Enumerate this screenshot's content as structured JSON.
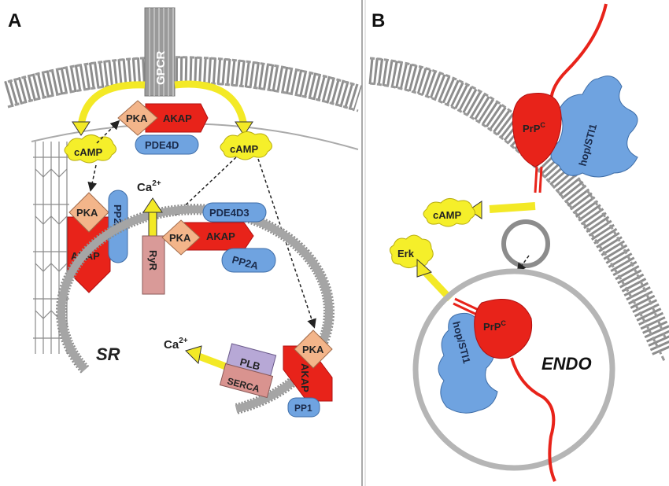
{
  "panel_a": {
    "label": "A",
    "gpcr": "GPCR",
    "pka_top": "PKA",
    "akap_top": "AKAP",
    "pde4d": "PDE4D",
    "camp_left": "cAMP",
    "camp_right": "cAMP",
    "pka_left": "PKA",
    "akap_left": "AKAP",
    "pp2a_left": "PP2A",
    "ca_top": "Ca",
    "ca_top_sup": "2+",
    "pde4d3": "PDE4D3",
    "pka_mid": "PKA",
    "akap_mid": "AKAP",
    "pp2a_mid": "PP2A",
    "ryr": "RyR",
    "sr": "SR",
    "ca_bottom": "Ca",
    "ca_bottom_sup": "2+",
    "plb": "PLB",
    "serca": "SERCA",
    "pka_right": "PKA",
    "akap_right": "AKAP",
    "pp1": "PP1"
  },
  "panel_b": {
    "label": "B",
    "prpc_top": "PrP",
    "prpc_top_sup": "C",
    "hop_top": "hop/STI1",
    "camp": "cAMP",
    "erk": "Erk",
    "prpc_bottom": "PrP",
    "prpc_bottom_sup": "C",
    "hop_bottom": "hop/STI1",
    "endo": "ENDO"
  },
  "colors": {
    "membrane": "#8a8a8a",
    "akap_red": "#e8231a",
    "pka_peach": "#f3b58a",
    "blue_protein": "#6fa3e0",
    "camp_yellow": "#f5ef2a",
    "ryr_pink": "#d99a98",
    "plb_purple": "#b7a8d6",
    "serca_pink": "#d9938f"
  }
}
